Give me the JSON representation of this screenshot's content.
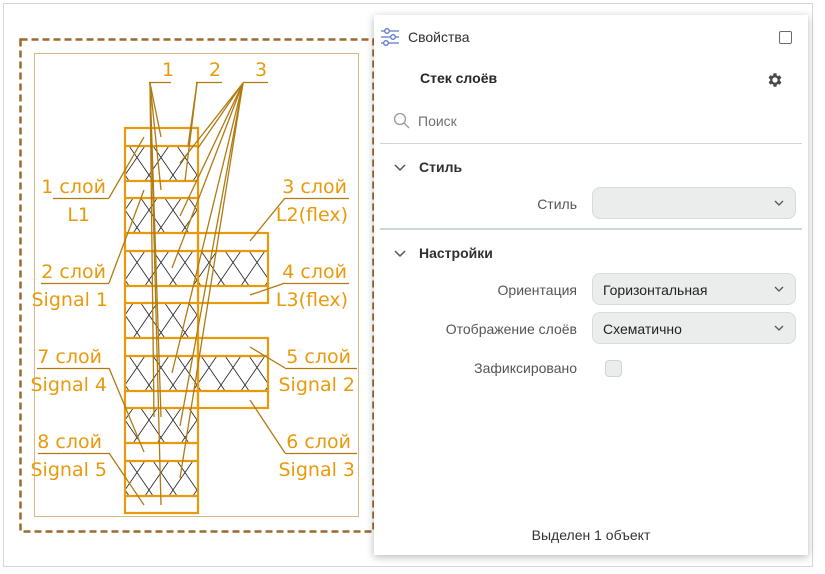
{
  "panel": {
    "title": "Свойства",
    "title_icon": "sliders-icon",
    "maximize_icon": "maximize-icon",
    "object_type": "Стек слоёв",
    "settings_icon": "gear-icon",
    "search": {
      "placeholder": "Поиск",
      "icon": "search-icon"
    },
    "sections": [
      {
        "title": "Стиль",
        "expanded": true,
        "fields": [
          {
            "label": "Стиль",
            "type": "select",
            "value": ""
          }
        ]
      },
      {
        "title": "Настройки",
        "expanded": true,
        "fields": [
          {
            "label": "Ориентация",
            "type": "select",
            "value": "Горизонтальная"
          },
          {
            "label": "Отображение слоёв",
            "type": "select",
            "value": "Схематично"
          },
          {
            "label": "Зафиксировано",
            "type": "checkbox",
            "value": false
          }
        ]
      }
    ],
    "status": "Выделен 1 объект"
  },
  "drawing": {
    "colors": {
      "accent": "#e89a0c",
      "leader": "#b07a10",
      "selection": "#9a6a2e",
      "frame": "#d8b888"
    },
    "top_labels": [
      "1",
      "2",
      "3"
    ],
    "layer_labels": [
      {
        "top": "1 слой",
        "bottom": "L1"
      },
      {
        "top": "2 слой",
        "bottom": "Signal 1"
      },
      {
        "top": "3 слой",
        "bottom": "L2(flex)"
      },
      {
        "top": "4 слой",
        "bottom": "L3(flex)"
      },
      {
        "top": "5 слой",
        "bottom": "Signal 2"
      },
      {
        "top": "6 слой",
        "bottom": "Signal 3"
      },
      {
        "top": "7 слой",
        "bottom": "Signal 4"
      },
      {
        "top": "8 слой",
        "bottom": "Signal 5"
      }
    ]
  }
}
